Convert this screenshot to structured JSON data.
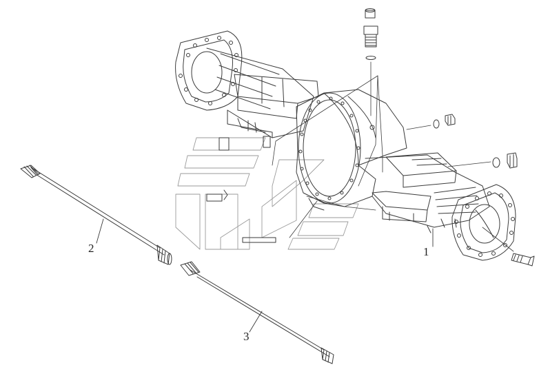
{
  "callouts": {
    "item_1": "1",
    "item_2": "2",
    "item_3": "3"
  },
  "colors": {
    "line": "#3a3a3a",
    "watermark": "#9a9a9a",
    "background": "#ffffff"
  }
}
